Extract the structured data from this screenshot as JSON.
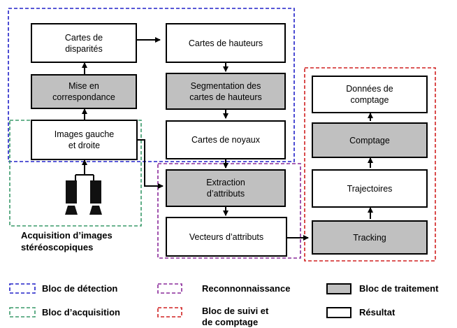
{
  "nodes": {
    "cartes_disparites": "Cartes de\ndisparités",
    "mise_en_correspondance": "Mise en\ncorrespondance",
    "images_gauche_droite": "Images gauche\net droite",
    "cartes_hauteurs": "Cartes de hauteurs",
    "segmentation": "Segmentation    des\ncartes de hauteurs",
    "cartes_noyaux": "Cartes de noyaux",
    "extraction_attributs": "Extraction\nd’attributs",
    "vecteurs_attributs": "Vecteurs d’attributs",
    "donnees_comptage": "Données de\ncomptage",
    "comptage": "Comptage",
    "trajectoires": "Trajectoires",
    "tracking": "Tracking"
  },
  "acquisition_caption": "Acquisition   d’images\nstéréoscopiques",
  "legend": {
    "detection": "Bloc de détection",
    "acquisition": "Bloc d’acquisition",
    "reconnaissance": "Reconnonnaissance",
    "suivi": "Bloc de suivi et\nde comptage",
    "traitement": "Bloc de traitement",
    "resultat": "Résultat"
  },
  "colors": {
    "detection": "#2020c8",
    "acquisition": "#3a9a6a",
    "reconnaissance": "#8a2a9a",
    "suivi": "#d02020",
    "processing_fill": "#c0c0c0",
    "result_fill": "#ffffff"
  }
}
